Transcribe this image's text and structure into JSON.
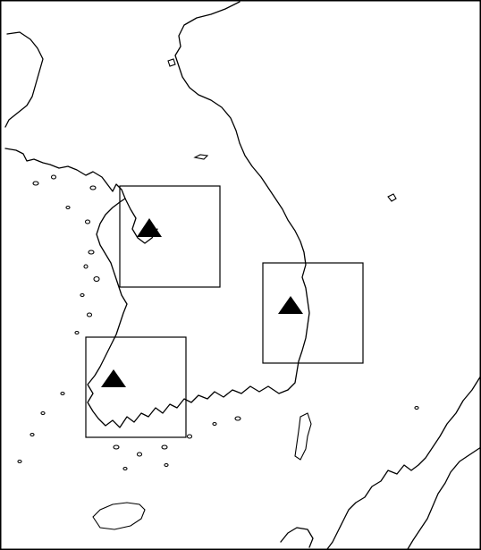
{
  "map": {
    "style": {
      "background": "#ffffff",
      "coastline_color": "#000000",
      "marker_color": "#000000"
    },
    "study_regions": [
      {
        "id": "west-central"
      },
      {
        "id": "east-coast"
      },
      {
        "id": "southwest"
      }
    ],
    "sites": [
      {
        "id": "west-central",
        "marker": "triangle-icon"
      },
      {
        "id": "east-coast",
        "marker": "triangle-icon"
      },
      {
        "id": "southwest",
        "marker": "triangle-icon"
      }
    ]
  }
}
